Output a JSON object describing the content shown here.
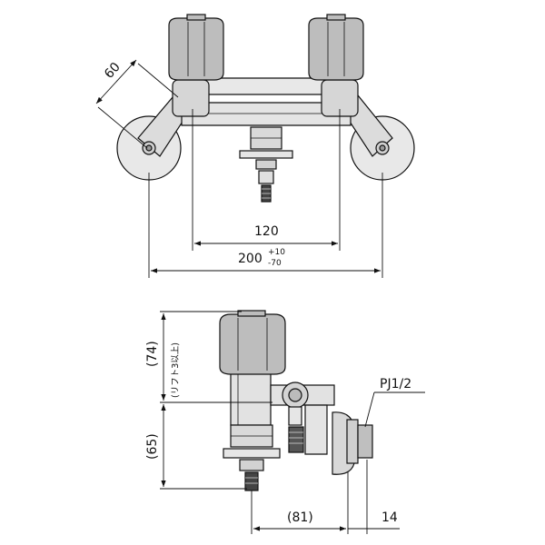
{
  "top_view": {
    "dim_60": "60",
    "dim_120": "120",
    "dim_200": "200",
    "dim_200_tol_plus": "+10",
    "dim_200_tol_minus": "-70"
  },
  "side_view": {
    "dim_74": "(74)",
    "lift_note": "(リフト3以上)",
    "dim_65": "(65)",
    "dim_81": "(81)",
    "dim_14": "14",
    "thread_label": "PJ1/2"
  },
  "colors": {
    "line": "#111111",
    "handle_fill": "#bdbdbd",
    "body_fill": "#e2e2e2",
    "disc_fill": "#e8e8e8"
  }
}
